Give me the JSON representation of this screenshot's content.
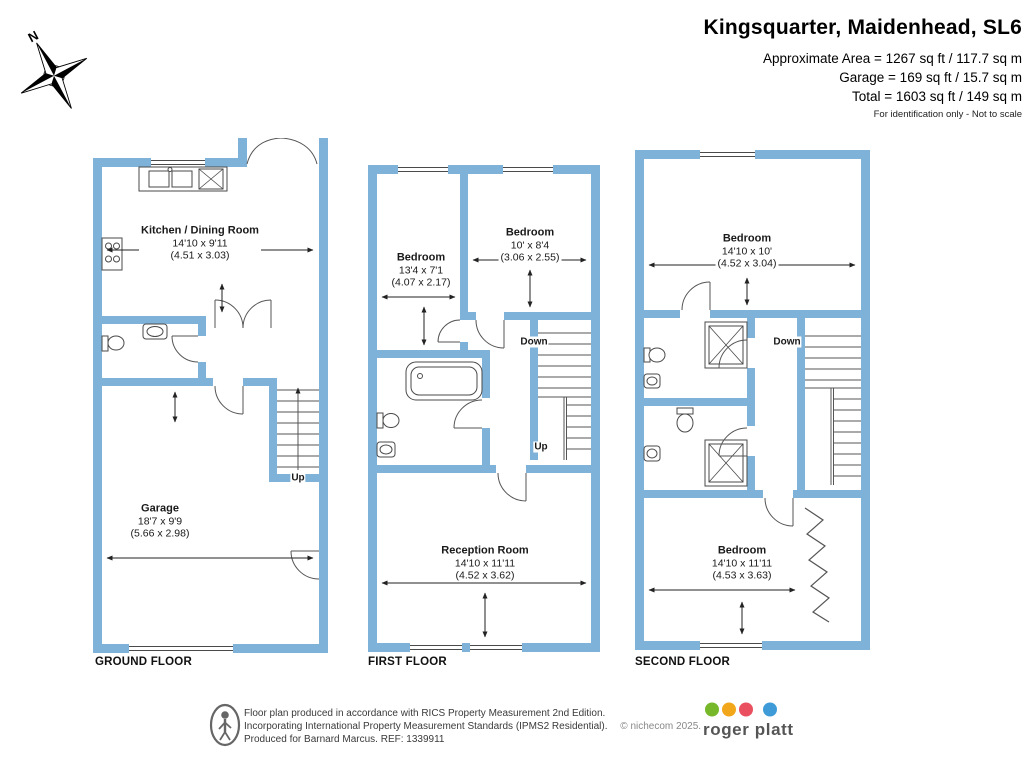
{
  "header": {
    "title": "Kingsquarter, Maidenhead, SL6",
    "area_lines": [
      "Approximate Area = 1267 sq ft / 117.7 sq m",
      "Garage = 169 sq ft / 15.7 sq m",
      "Total = 1603 sq ft / 149 sq m"
    ],
    "note": "For identification only - Not to scale"
  },
  "compass": {
    "label": "N"
  },
  "floors": [
    {
      "label": "GROUND FLOOR",
      "rooms": [
        {
          "name": "Kitchen / Dining Room",
          "imperial": "14'10 x 9'11",
          "metric": "(4.51 x 3.03)"
        },
        {
          "name": "Garage",
          "imperial": "18'7 x 9'9",
          "metric": "(5.66 x 2.98)"
        }
      ],
      "stairs": {
        "up": "Up"
      }
    },
    {
      "label": "FIRST FLOOR",
      "rooms": [
        {
          "name": "Bedroom",
          "imperial": "13'4 x 7'1",
          "metric": "(4.07 x 2.17)"
        },
        {
          "name": "Bedroom",
          "imperial": "10' x 8'4",
          "metric": "(3.06 x 2.55)"
        },
        {
          "name": "Reception Room",
          "imperial": "14'10 x 11'11",
          "metric": "(4.52 x 3.62)"
        }
      ],
      "stairs": {
        "down": "Down",
        "up": "Up"
      }
    },
    {
      "label": "SECOND FLOOR",
      "rooms": [
        {
          "name": "Bedroom",
          "imperial": "14'10 x 10'",
          "metric": "(4.52 x 3.04)"
        },
        {
          "name": "Bedroom",
          "imperial": "14'10 x 11'11",
          "metric": "(4.53 x 3.63)"
        }
      ],
      "stairs": {
        "down": "Down"
      }
    }
  ],
  "footer": {
    "lines": [
      "Floor plan produced in accordance with RICS Property Measurement 2nd Edition.",
      "Incorporating International Property Measurement Standards (IPMS2 Residential).",
      "Produced for Barnard Marcus.   REF: 1339911"
    ],
    "copyright": "© nichecom 2025.",
    "brand": {
      "name": "roger platt",
      "dot_colors": [
        "#76b82a",
        "#f2a71b",
        "#e94f5f",
        "#3f9bd8"
      ]
    }
  },
  "plan_wall_color": "#7fb2d9"
}
